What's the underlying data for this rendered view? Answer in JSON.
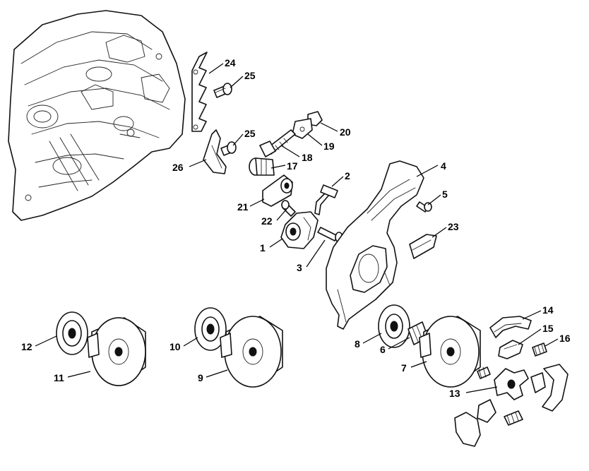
{
  "callouts": {
    "c1": "1",
    "c2": "2",
    "c3": "3",
    "c4": "4",
    "c5": "5",
    "c6": "6",
    "c7": "7",
    "c8": "8",
    "c9": "9",
    "c10": "10",
    "c11": "11",
    "c12": "12",
    "c13": "13",
    "c14": "14",
    "c15": "15",
    "c16": "16",
    "c17": "17",
    "c18": "18",
    "c19": "19",
    "c20": "20",
    "c21": "21",
    "c22": "22",
    "c23": "23",
    "c24": "24",
    "c25a": "25",
    "c25b": "25",
    "c26": "26"
  }
}
